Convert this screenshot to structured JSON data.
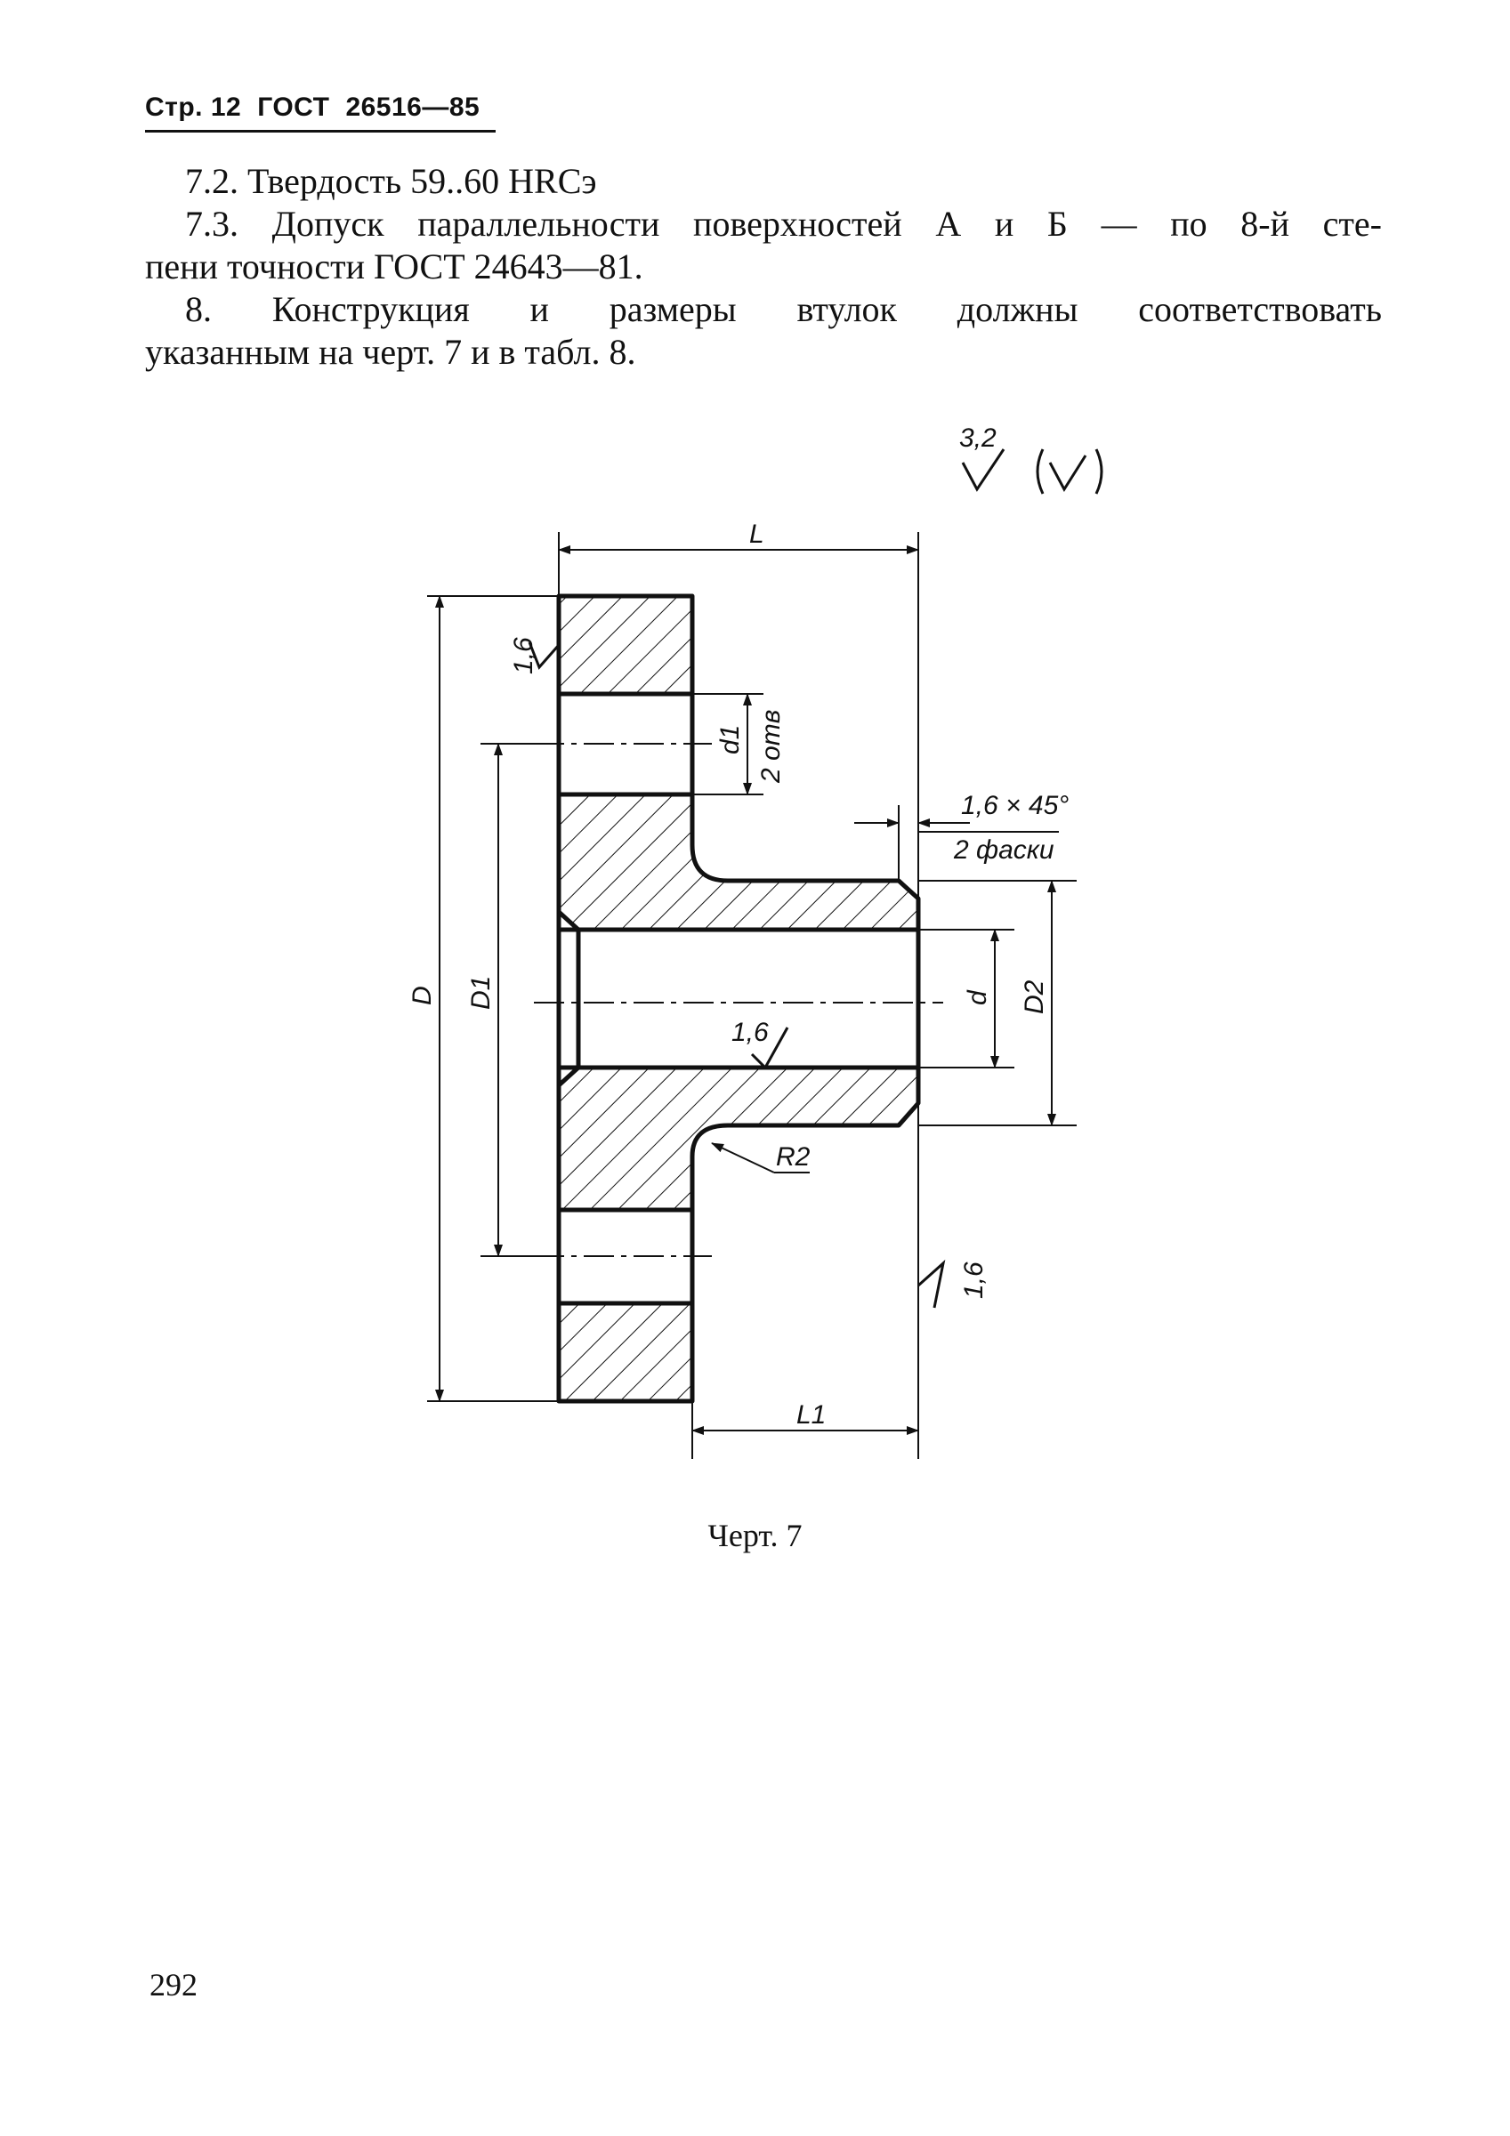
{
  "header": {
    "page": "Стр. 12",
    "standard": "ГОСТ",
    "number": "26516—85"
  },
  "paragraphs": {
    "p72": "7.2. Твердость 59..60 HRCэ",
    "p73_line1": "7.3. Допуск параллельности поверхностей А и Б — по 8-й сте-",
    "p73_line2": "пени точности ГОСТ 24643—81.",
    "p8_line1": "8. Конструкция и размеры втулок должны соответствовать",
    "p8_line2": "указанным на черт. 7 и в табл. 8."
  },
  "drawing": {
    "roughness_general": "3,2",
    "roughness_flange": "1,6",
    "roughness_bore": "1,6",
    "roughness_end": "1,6",
    "dim_L": "L",
    "dim_L1": "L1",
    "dim_D": "D",
    "dim_D1": "D1",
    "dim_D2": "D2",
    "dim_d": "d",
    "dim_d1": "d1",
    "holes_note": "2 отв",
    "chamfer": "1,6 × 45°",
    "chamfer_note": "2 фаски",
    "radius": "R2"
  },
  "caption": "Черт. 7",
  "page_number": "292"
}
